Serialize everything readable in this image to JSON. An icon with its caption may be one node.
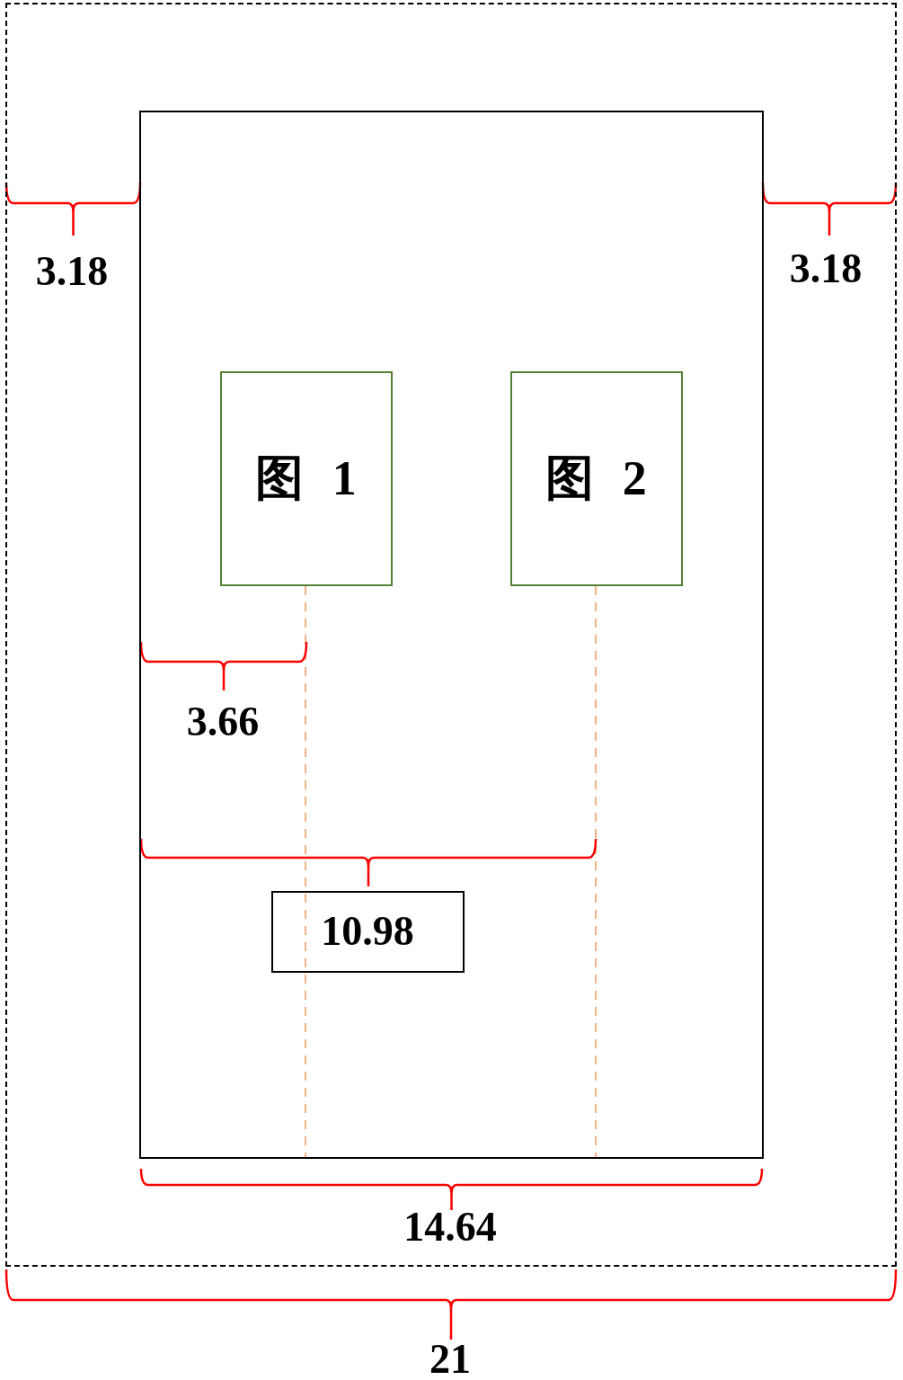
{
  "diagram": {
    "nodes": [
      {
        "text": [],
        "shape": "box"
      },
      {
        "text": [],
        "shape": "box",
        "in": 0
      },
      {
        "text": [
          "图 1"
        ],
        "in": 1
      },
      {
        "text": [
          "图 2"
        ],
        "in": 1
      },
      {
        "text": [
          "10.98"
        ],
        "in": 1
      }
    ],
    "edges": [],
    "labels": [
      "3.18",
      "3.18",
      "3.66",
      "14.64",
      "21"
    ]
  }
}
